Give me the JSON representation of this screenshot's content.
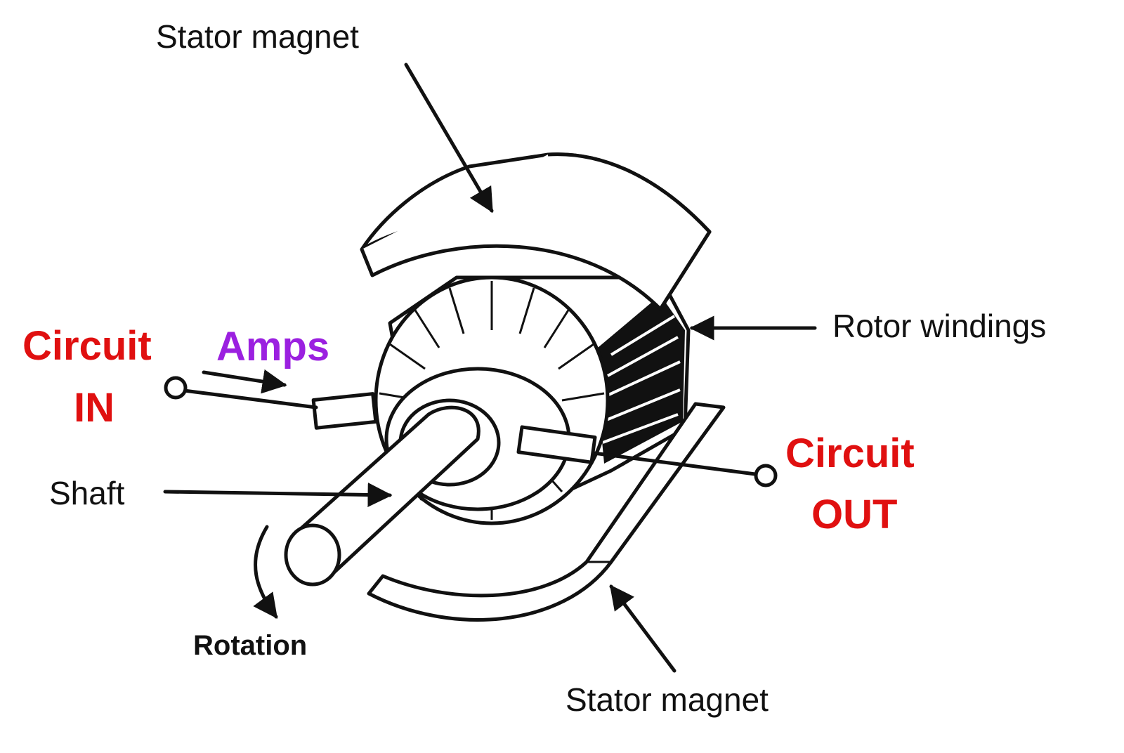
{
  "labels": {
    "stator_magnet_top": "Stator magnet",
    "rotor_windings": "Rotor windings",
    "circuit_in_line1": "Circuit",
    "circuit_in_line2": "IN",
    "amps": "Amps",
    "shaft": "Shaft",
    "circuit_out_line1": "Circuit",
    "circuit_out_line2": "OUT",
    "rotation": "Rotation",
    "stator_magnet_bottom": "Stator magnet"
  },
  "colors": {
    "circuit_label": "#e01010",
    "amps_label": "#9b20e0",
    "line": "#111111",
    "background": "#ffffff"
  }
}
